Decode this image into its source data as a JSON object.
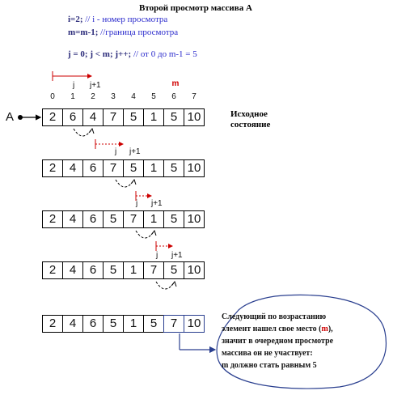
{
  "header": {
    "title": "Второй просмотр массива А",
    "line_i": {
      "code": "i=2;",
      "comment": "// i - номер просмотра"
    },
    "line_m": {
      "code": "m=m-1;",
      "comment": "//граница просмотра"
    },
    "line_loop": {
      "code": "j = 0; j < m; j++;",
      "comment": "// от 0 до m-1 = 5"
    }
  },
  "indices": [
    "0",
    "1",
    "2",
    "3",
    "4",
    "5",
    "6",
    "7"
  ],
  "m_marker": "m",
  "array_label": "A",
  "initial_state_label": [
    "Исходное",
    "состояние"
  ],
  "arrays": [
    {
      "values": [
        "2",
        "6",
        "4",
        "7",
        "5",
        "1",
        "5",
        "10"
      ],
      "j_label": "j",
      "j1_label": "j+1"
    },
    {
      "values": [
        "2",
        "4",
        "6",
        "7",
        "5",
        "1",
        "5",
        "10"
      ],
      "j_label": "j",
      "j1_label": "j+1"
    },
    {
      "values": [
        "2",
        "4",
        "6",
        "5",
        "7",
        "1",
        "5",
        "10"
      ],
      "j_label": "j",
      "j1_label": "j+1"
    },
    {
      "values": [
        "2",
        "4",
        "6",
        "5",
        "1",
        "7",
        "5",
        "10"
      ],
      "j_label": "j",
      "j1_label": "j+1"
    },
    {
      "values": [
        "2",
        "4",
        "6",
        "5",
        "1",
        "5",
        "7",
        "10"
      ]
    }
  ],
  "note": {
    "line1": "Следующий по возрастанию",
    "line2_a": "элемент нашел свое место (",
    "line2_m": "m",
    "line2_b": "),",
    "line3": "значит в очередном просмотре",
    "line4": "массива он не участвует:",
    "line5": "m должно стать равным 5"
  },
  "colors": {
    "pointer": "#cc0000",
    "highlight": "#2a3f8f",
    "text": "#111111"
  }
}
